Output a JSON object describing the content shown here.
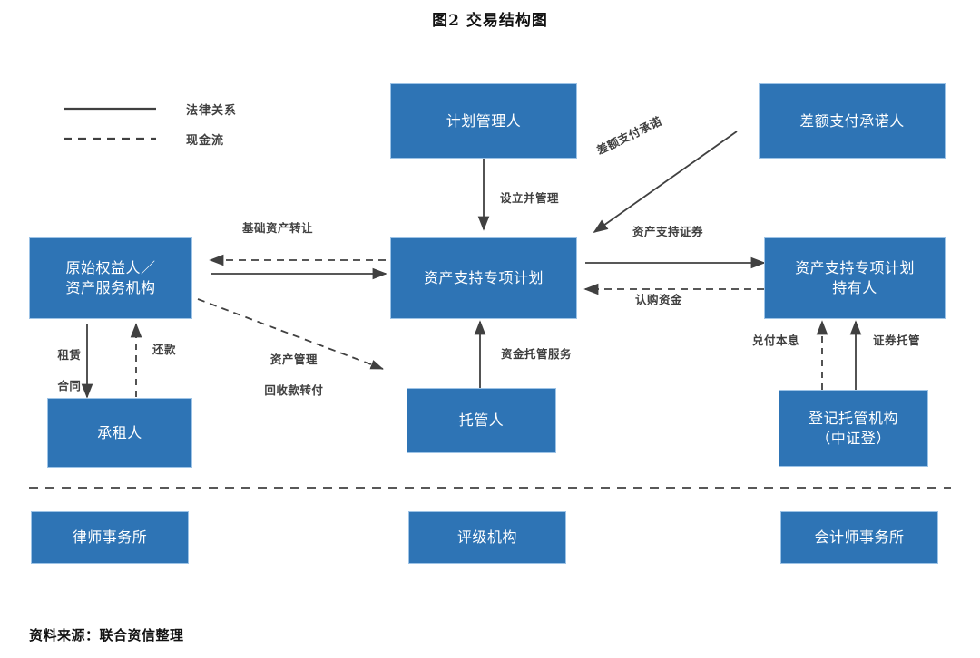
{
  "figure": {
    "title": "图2   交易结构图",
    "source_note": "资料来源：联合资信整理",
    "accent_color": "#2E74B5",
    "box_border_color": "#9DC3E6",
    "line_color": "#404040"
  },
  "legend": {
    "items": [
      {
        "style": "solid",
        "label": "法律关系"
      },
      {
        "style": "dashed",
        "label": "现金流"
      }
    ]
  },
  "nodes": {
    "plan_manager": {
      "label": "计划管理人"
    },
    "difference_payer": {
      "label": "差额支付承诺人"
    },
    "originator": {
      "line1": "原始权益人／",
      "line2": "资产服务机构"
    },
    "special_plan": {
      "label": "资产支持专项计划"
    },
    "plan_holder": {
      "line1": "资产支持专项计划",
      "line2": "持有人"
    },
    "lessee": {
      "label": "承租人"
    },
    "custodian": {
      "label": "托管人"
    },
    "registry": {
      "line1": "登记托管机构",
      "line2": "（中证登）"
    },
    "law_firm": {
      "label": "律师事务所"
    },
    "rating_agency": {
      "label": "评级机构"
    },
    "accounting_firm": {
      "label": "会计师事务所"
    }
  },
  "edges": {
    "underlying_asset_transfer": {
      "label": "基础资产转让",
      "style": "dashed/solid"
    },
    "establish_and_manage": {
      "label": "设立并管理",
      "style": "solid"
    },
    "difference_payment_commitment": {
      "label": "差额支付承诺",
      "style": "solid"
    },
    "abs_securities": {
      "label": "资产支持证券",
      "style": "solid"
    },
    "subscription_funds": {
      "label": "认购资金",
      "style": "dashed"
    },
    "lease_contract": {
      "line1": "租赁",
      "line2": "合同",
      "style": "solid"
    },
    "repayment": {
      "label": "还款",
      "style": "dashed"
    },
    "asset_management_transfer": {
      "line1": "资产管理",
      "line2": "回收款转付",
      "style": "dashed"
    },
    "fund_custody_service": {
      "label": "资金托管服务",
      "style": "solid"
    },
    "principal_interest_payment": {
      "label": "兑付本息",
      "style": "dashed"
    },
    "securities_custody": {
      "label": "证券托管",
      "style": "solid"
    }
  }
}
